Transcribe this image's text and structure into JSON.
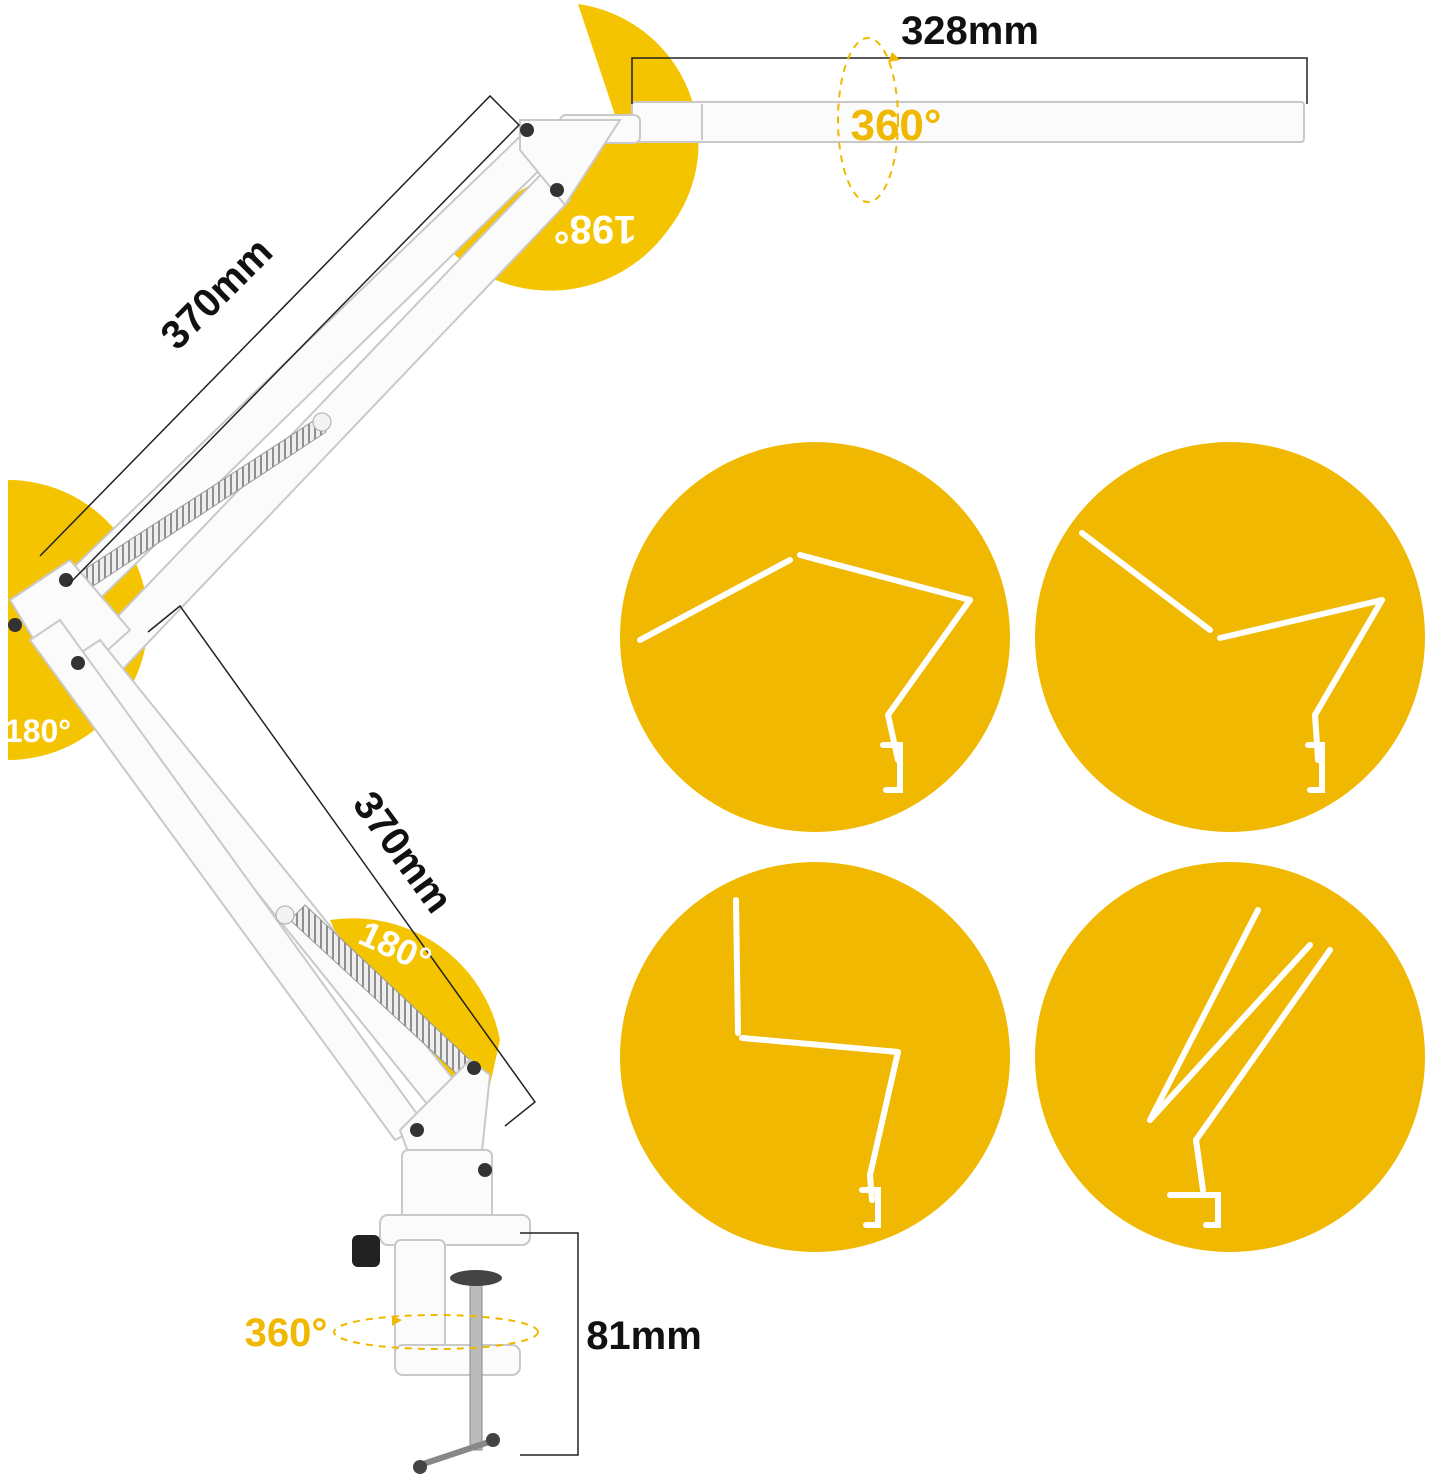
{
  "colors": {
    "accent_yellow": "#f0b800",
    "accent_yellow_light": "#f5c400",
    "lamp_white": "#fbfbfb",
    "lamp_outline": "#c9c9c9",
    "dimension_line": "#222222",
    "angle_text": "#f0b800"
  },
  "dimensions": {
    "lamp_head_length": "328mm",
    "upper_arm_length": "370mm",
    "lower_arm_length": "370mm",
    "clamp_height": "81mm"
  },
  "angles": {
    "head_rotation": "360°",
    "head_tilt": "198°",
    "elbow_joint": "180°",
    "base_joint": "180°",
    "clamp_rotation": "360°"
  },
  "position_examples": [
    {
      "name": "position-example-1",
      "icon": "lamp-extended-pose-icon"
    },
    {
      "name": "position-example-2",
      "icon": "lamp-raised-pose-icon"
    },
    {
      "name": "position-example-3",
      "icon": "lamp-upright-pose-icon"
    },
    {
      "name": "position-example-4",
      "icon": "lamp-folded-pose-icon"
    }
  ]
}
